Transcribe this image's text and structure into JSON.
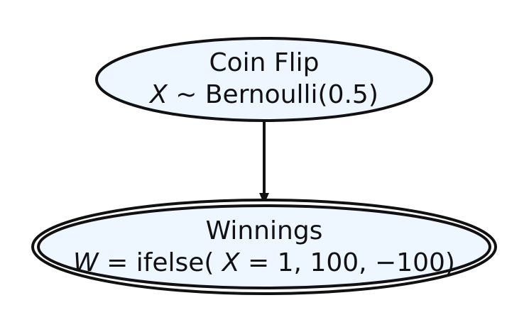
{
  "nodes": {
    "coin_flip": {
      "title": "Coin Flip",
      "var": "X",
      "dist": "Bernoulli(0.5)",
      "fill": "#eef6ff",
      "stroke": "#111111"
    },
    "winnings": {
      "title": "Winnings",
      "var": "W",
      "expr_func": "ifelse(",
      "cond_var": "X",
      "cond_value": "1, 100, −100)",
      "fill": "#eef6ff",
      "stroke": "#111111"
    }
  },
  "edges": [
    {
      "from": "Coin Flip",
      "to": "Winnings"
    }
  ]
}
